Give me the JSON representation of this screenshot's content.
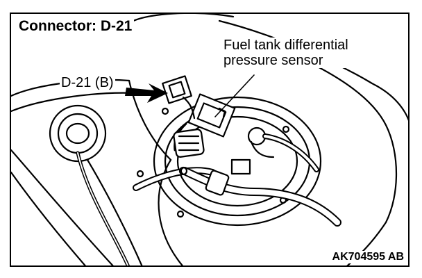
{
  "figure": {
    "title": "Connector: D-21",
    "callouts": {
      "sensor_line1": "Fuel tank differential",
      "sensor_line2": "pressure sensor",
      "connector": "D-21 (B)"
    },
    "figure_code": "AK704595 AB"
  },
  "colors": {
    "line": "#000000",
    "background": "#ffffff",
    "shade": "#d9d9d9"
  }
}
